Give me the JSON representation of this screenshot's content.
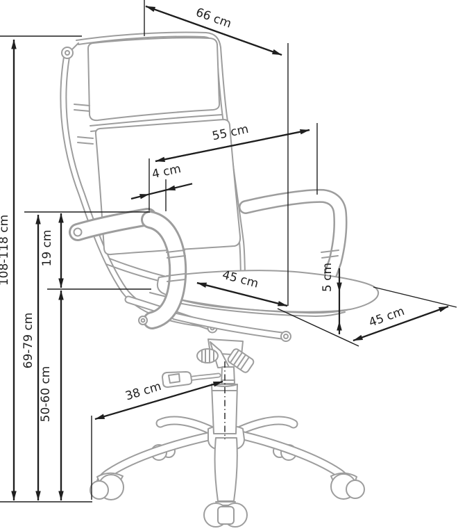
{
  "diagram": {
    "subject": "office-chair-dimension-drawing",
    "background": "#ffffff",
    "colors": {
      "chair_outline": "#9d9d9d",
      "dimension_lines": "#1f1f1f"
    },
    "dimensions": {
      "overall_height": {
        "label": "108-118 cm"
      },
      "backrest_width": {
        "label": "66 cm"
      },
      "backrest_inner_width": {
        "label": "55 cm"
      },
      "frame_offset": {
        "label": "4 cm"
      },
      "armrest_above_seat": {
        "label": "19 cm"
      },
      "armrest_height": {
        "label": "69-79 cm"
      },
      "seat_height": {
        "label": "50-60 cm"
      },
      "seat_width": {
        "label": "45 cm"
      },
      "cushion_thickness": {
        "label": "5 cm"
      },
      "seat_depth": {
        "label": "45 cm"
      },
      "base_leg_reach": {
        "label": "38 cm"
      }
    }
  }
}
